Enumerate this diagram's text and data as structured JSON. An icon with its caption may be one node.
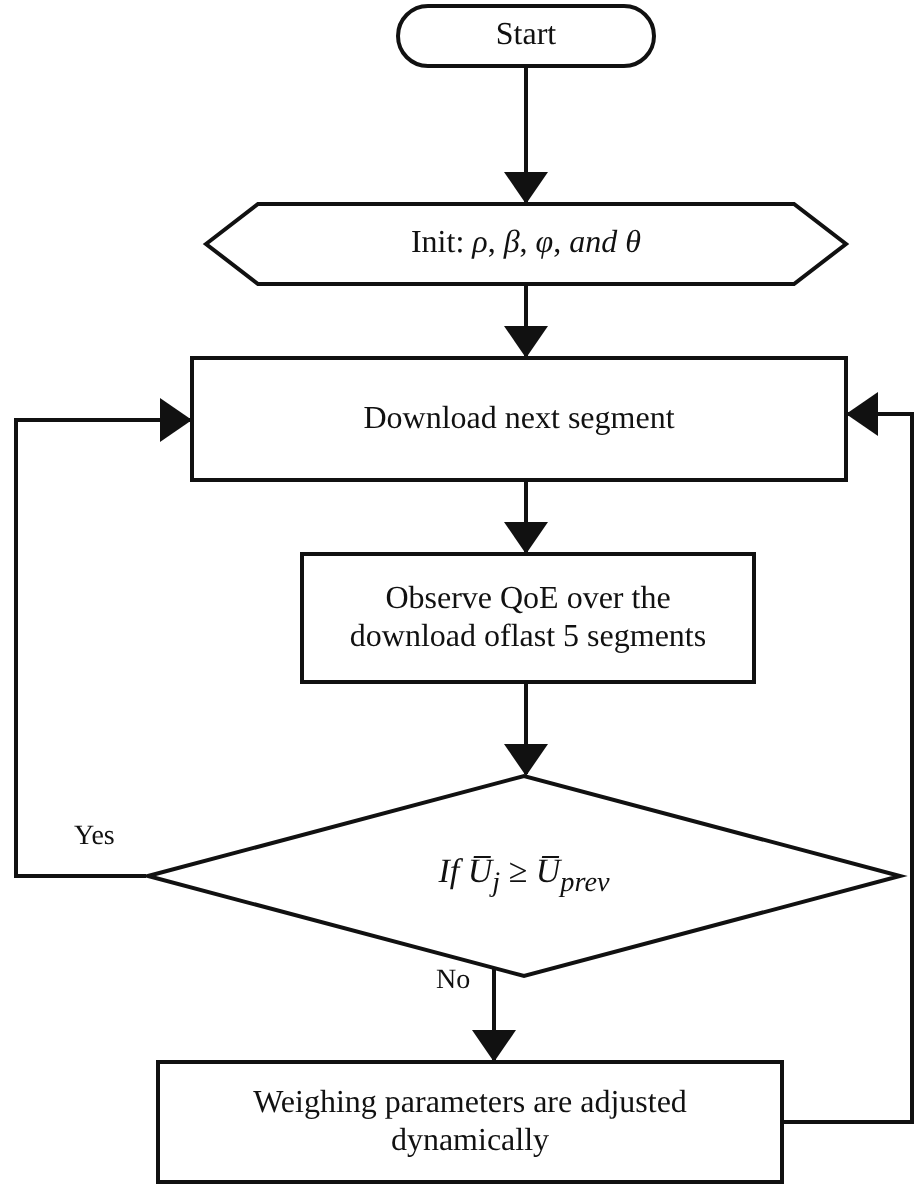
{
  "diagram": {
    "nodes": [
      {
        "text": [
          "Start"
        ]
      },
      {
        "text": [
          "Init: *ρ*, *β*, *φ*, *and θ*"
        ]
      },
      {
        "text": [
          "Download next segment"
        ]
      },
      {
        "text": [
          "Observe QoE over the download oflast 5 segments"
        ]
      },
      {
        "text": [
          "If U̅$_{j}$ ≥ U̅$_{prev}$"
        ]
      },
      {
        "text": [
          "Weighing parameters are adjusted dynamically"
        ]
      }
    ],
    "edges": [
      {
        "from": 0,
        "to": 1,
        "arrow": "to"
      },
      {
        "from": 1,
        "to": 2,
        "arrow": "to"
      },
      {
        "from": 2,
        "to": 3,
        "arrow": "to"
      },
      {
        "from": 3,
        "to": 4,
        "arrow": "to"
      },
      {
        "from": 4,
        "to": 2,
        "arrow": "to",
        "label": "Yes"
      },
      {
        "from": 4,
        "to": 5,
        "arrow": "to",
        "label": "No"
      },
      {
        "from": 5,
        "to": 2,
        "arrow": "to"
      }
    ]
  }
}
